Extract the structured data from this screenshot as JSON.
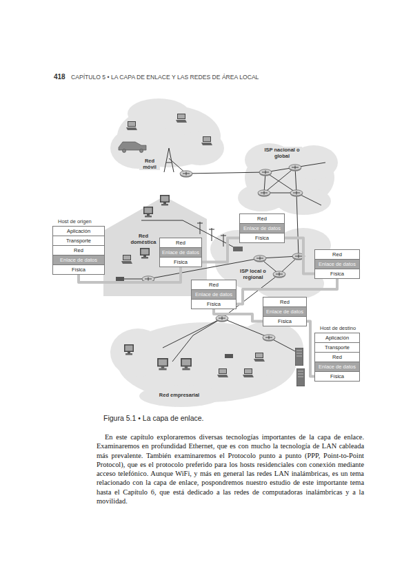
{
  "diagram": {
    "caption": "Figura 5.1 • La capa de enlace.",
    "nodes": [
      {
        "text": [
          "Host de origen"
        ]
      },
      {
        "text": [
          "Aplicación"
        ],
        "in": 0
      },
      {
        "text": [
          "Transporte"
        ],
        "in": 0
      },
      {
        "text": [
          "Red"
        ],
        "in": 0
      },
      {
        "text": [
          "Enlace de datos"
        ],
        "in": 0
      },
      {
        "text": [
          "Física"
        ],
        "in": 0
      },
      {
        "text": [
          "Red"
        ]
      },
      {
        "text": [
          "Enlace de datos"
        ]
      },
      {
        "text": [
          "Física"
        ]
      },
      {
        "text": [
          "Red"
        ]
      },
      {
        "text": [
          "Enlace de datos"
        ]
      },
      {
        "text": [
          "Física"
        ]
      },
      {
        "text": [
          "Red"
        ]
      },
      {
        "text": [
          "Enlace de datos"
        ]
      },
      {
        "text": [
          "Física"
        ]
      },
      {
        "text": [
          "Red"
        ]
      },
      {
        "text": [
          "Enlace de datos"
        ]
      },
      {
        "text": [
          "Física"
        ]
      },
      {
        "text": [
          "Red"
        ]
      },
      {
        "text": [
          "Enlace de datos"
        ]
      },
      {
        "text": [
          "Física"
        ]
      },
      {
        "text": [
          "Host de destino"
        ]
      },
      {
        "text": [
          "Aplicación"
        ],
        "in": 21
      },
      {
        "text": [
          "Transporte"
        ],
        "in": 21
      },
      {
        "text": [
          "Red"
        ],
        "in": 21
      },
      {
        "text": [
          "Enlace de datos"
        ],
        "in": 21
      },
      {
        "text": [
          "Física"
        ],
        "in": 21
      }
    ],
    "edges": [
      {
        "from": 5,
        "to": 11,
        "arrow": "none"
      },
      {
        "from": 11,
        "to": 8,
        "arrow": "none"
      },
      {
        "from": 8,
        "to": 14,
        "arrow": "none"
      },
      {
        "from": 14,
        "to": 17,
        "arrow": "none"
      },
      {
        "from": 17,
        "to": 20,
        "arrow": "none"
      },
      {
        "from": 20,
        "to": 26,
        "arrow": "none"
      }
    ],
    "labels": [
      "418",
      "CAPÍTULO 5 • LA CAPA DE ENLACE Y LAS REDES DE ÁREA LOCAL",
      "Red móvil",
      "ISP nacional o global",
      "Red doméstica",
      "ISP local o regional",
      "Red empresarial",
      "En este capítulo exploraremos diversas tecnologías importantes de la capa de enlace. Examinaremos en profundidad Ethernet, que es con mucho la tecnología de LAN cableada más prevalente. También examinaremos el Protocolo punto a punto (PPP, Point-to-Point Protocol), que es el protocolo preferido para los hosts residenciales con conexión mediante acceso telefónico. Aunque WiFi, y más en general las redes LAN inalámbricas, es un tema relacionado con la capa de enlace, pospondremos nuestro estudio de este importante tema hasta el Capítulo 6, que está dedicado a las redes de computadoras inalámbricas y a la movilidad."
    ]
  }
}
